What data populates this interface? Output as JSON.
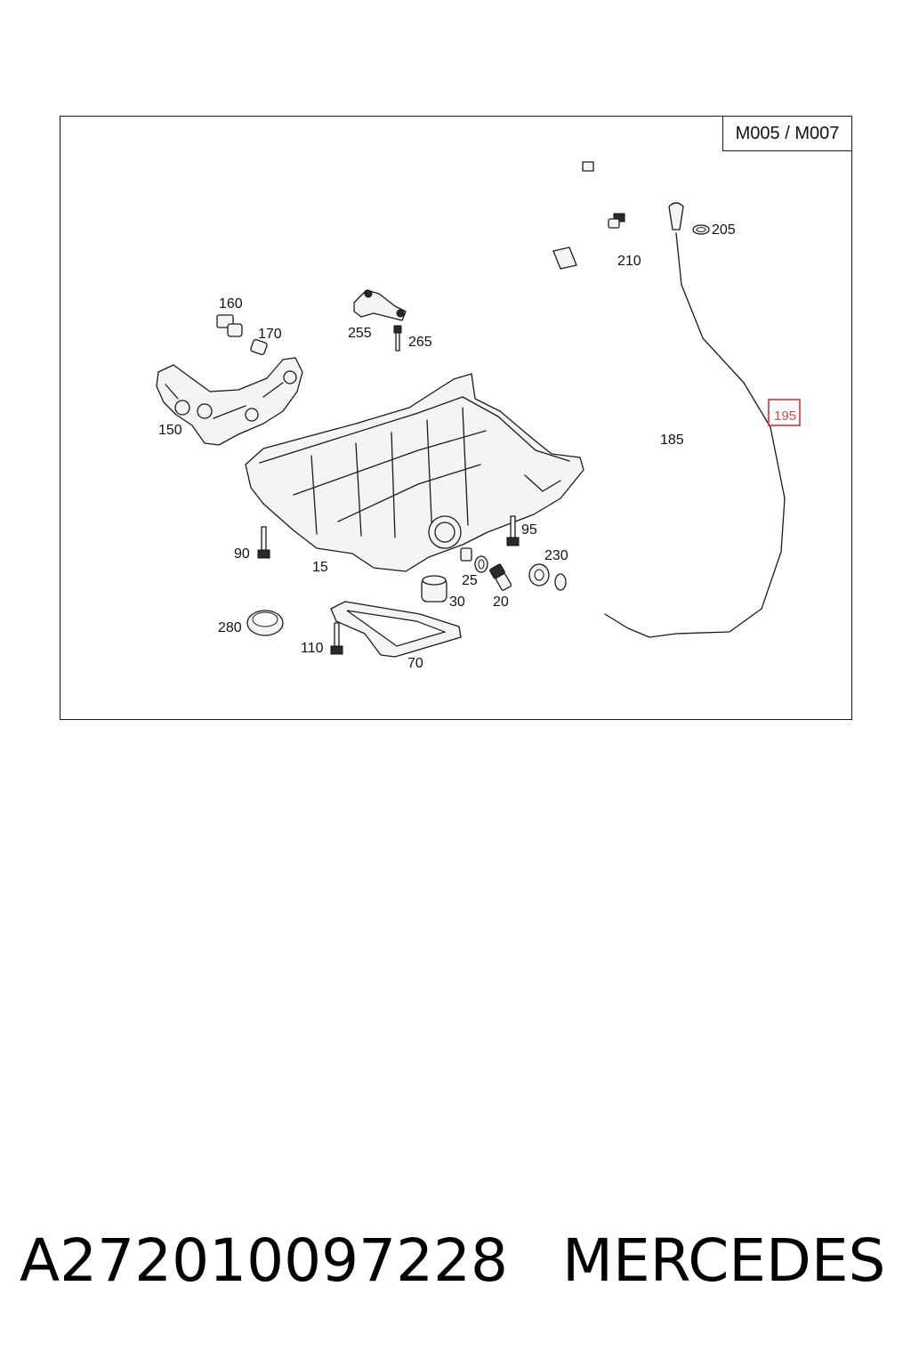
{
  "diagram": {
    "model_code": "M005 / M007",
    "highlighted_part": "195",
    "part_labels": {
      "p160": "160",
      "p170": "170",
      "p255": "255",
      "p265": "265",
      "p150": "150",
      "p210": "210",
      "p205": "205",
      "p185": "185",
      "p195": "195",
      "p90": "90",
      "p15": "15",
      "p95": "95",
      "p230": "230",
      "p25": "25",
      "p30": "30",
      "p20": "20",
      "p280": "280",
      "p110": "110",
      "p70": "70"
    }
  },
  "footer": {
    "part_number": "A272010097228",
    "brand": "MERCEDES"
  }
}
